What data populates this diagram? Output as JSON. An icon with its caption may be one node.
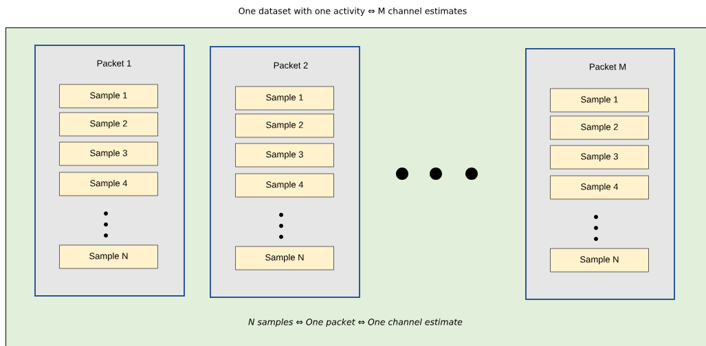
{
  "diagram": {
    "title": "One dataset with one activity ⇔ M channel estimates",
    "nodes": [
      {
        "text": [
          "N samples ⇔ One packet ⇔ One channel estimate"
        ]
      },
      {
        "text": [
          "Packet 1"
        ],
        "in": 0
      },
      {
        "text": [
          "Sample 1"
        ],
        "in": 1
      },
      {
        "text": [
          "Sample 2"
        ],
        "in": 1
      },
      {
        "text": [
          "Sample 3"
        ],
        "in": 1
      },
      {
        "text": [
          "Sample 4"
        ],
        "in": 1
      },
      {
        "text": [
          "Sample N"
        ],
        "in": 1
      },
      {
        "text": [
          "Packet 2"
        ],
        "in": 0
      },
      {
        "text": [
          "Sample 1"
        ],
        "in": 7
      },
      {
        "text": [
          "Sample 2"
        ],
        "in": 7
      },
      {
        "text": [
          "Sample 3"
        ],
        "in": 7
      },
      {
        "text": [
          "Sample 4"
        ],
        "in": 7
      },
      {
        "text": [
          "Sample N"
        ],
        "in": 7
      },
      {
        "text": [
          "Packet M"
        ],
        "in": 0
      },
      {
        "text": [
          "Sample 1"
        ],
        "in": 13
      },
      {
        "text": [
          "Sample 2"
        ],
        "in": 13
      },
      {
        "text": [
          "Sample 3"
        ],
        "in": 13
      },
      {
        "text": [
          "Sample 4"
        ],
        "in": 13
      },
      {
        "text": [
          "Sample N"
        ],
        "in": 13
      }
    ]
  }
}
